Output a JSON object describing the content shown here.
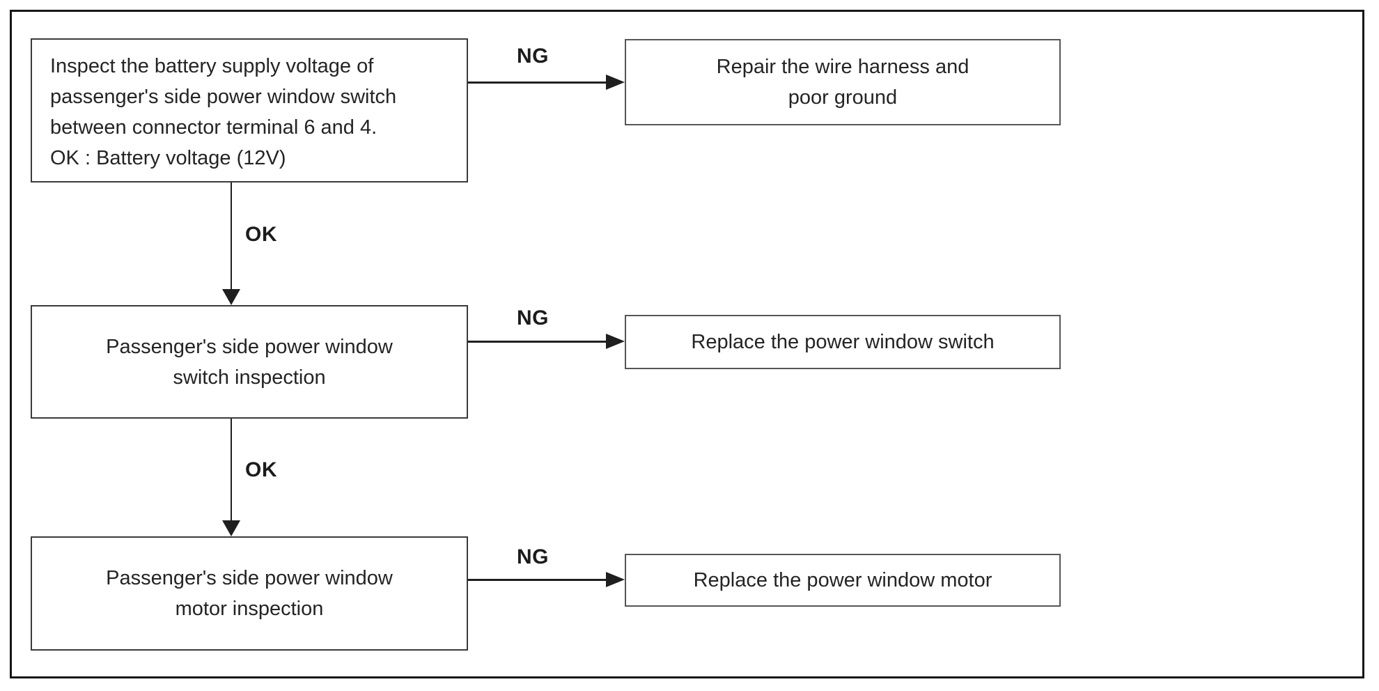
{
  "diagram": {
    "kind": "troubleshooting-flowchart",
    "colors": {
      "frame_border": "#161616",
      "step_border": "#3a3a3a",
      "outcome_border": "#565656",
      "arrow": "#1f1f1f",
      "text": "#242424",
      "background": "#ffffff"
    },
    "steps": [
      {
        "id": "step-1",
        "text": "Inspect the battery supply voltage of\npassenger's side power window switch\nbetween connector terminal 6 and 4.\nOK : Battery voltage (12V)"
      },
      {
        "id": "step-2",
        "text": "Passenger's side power window\nswitch inspection"
      },
      {
        "id": "step-3",
        "text": "Passenger's side power window\nmotor inspection"
      }
    ],
    "outcomes": [
      {
        "id": "outcome-1",
        "text": "Repair the wire harness and\npoor ground"
      },
      {
        "id": "outcome-2",
        "text": "Replace the power window switch"
      },
      {
        "id": "outcome-3",
        "text": "Replace the power window motor"
      }
    ],
    "edges": [
      {
        "from": "step-1",
        "to": "outcome-1",
        "label": "NG",
        "direction": "right"
      },
      {
        "from": "step-1",
        "to": "step-2",
        "label": "OK",
        "direction": "down"
      },
      {
        "from": "step-2",
        "to": "outcome-2",
        "label": "NG",
        "direction": "right"
      },
      {
        "from": "step-2",
        "to": "step-3",
        "label": "OK",
        "direction": "down"
      },
      {
        "from": "step-3",
        "to": "outcome-3",
        "label": "NG",
        "direction": "right"
      }
    ]
  }
}
